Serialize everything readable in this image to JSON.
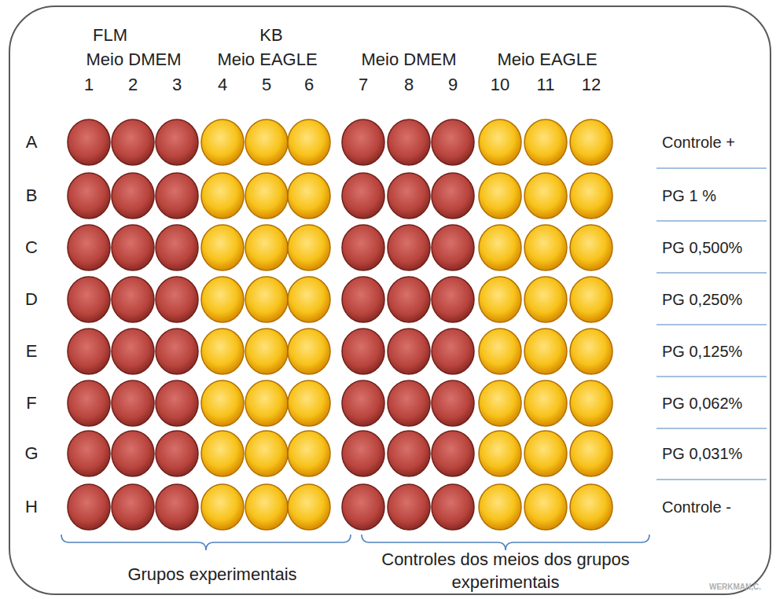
{
  "diagram": {
    "labels": [
      "FLM",
      "Meio DMEM",
      "KB",
      "Meio EAGLE",
      "Meio DMEM",
      "Meio EAGLE",
      "1",
      "2",
      "3",
      "4",
      "5",
      "6",
      "7",
      "8",
      "9",
      "10",
      "11",
      "12",
      "A",
      "B",
      "C",
      "D",
      "E",
      "F",
      "G",
      "H",
      "Controle +",
      "PG 1 %",
      "PG 0,500%",
      "PG 0,250%",
      "PG 0,125%",
      "PG 0,062%",
      "PG 0,031%",
      "Controle -",
      "Grupos experimentais",
      "Controles dos meios dos grupos experimentais",
      "WERKMAN,C."
    ]
  }
}
